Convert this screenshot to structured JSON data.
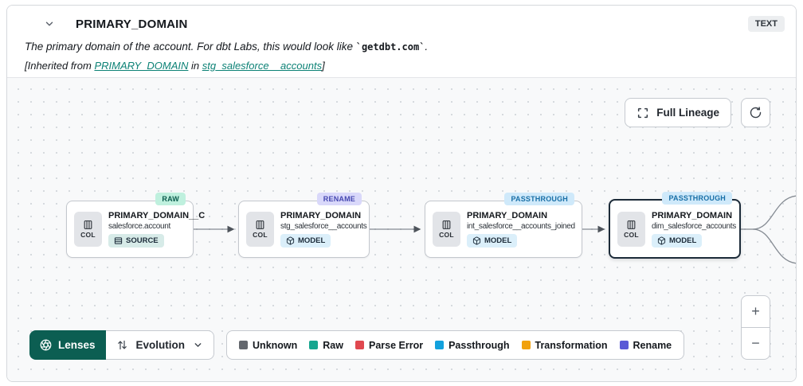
{
  "panel": {
    "title": "PRIMARY_DOMAIN",
    "type_badge": "TEXT",
    "description": {
      "prefix": "The primary domain of the account. For dbt Labs, this would look like ",
      "code": "`getdbt.com`",
      "suffix": "."
    },
    "inherited": {
      "prefix": "[Inherited from ",
      "column_link": "PRIMARY_DOMAIN",
      "middle": " in ",
      "model_link": "stg_salesforce__accounts",
      "suffix": "]"
    }
  },
  "toolbar": {
    "full_lineage_label": "Full Lineage"
  },
  "graph": {
    "nodes": [
      {
        "evolution": "RAW",
        "title": "PRIMARY_DOMAIN__C",
        "subtitle": "salesforce.account",
        "col_label": "COL",
        "resource": "SOURCE",
        "selected": false
      },
      {
        "evolution": "RENAME",
        "title": "PRIMARY_DOMAIN",
        "subtitle": "stg_salesforce__accounts",
        "col_label": "COL",
        "resource": "MODEL",
        "selected": false
      },
      {
        "evolution": "PASSTHROUGH",
        "title": "PRIMARY_DOMAIN",
        "subtitle": "int_salesforce__accounts_joined",
        "col_label": "COL",
        "resource": "MODEL",
        "selected": false
      },
      {
        "evolution": "PASSTHROUGH",
        "title": "PRIMARY_DOMAIN",
        "subtitle": "dim_salesforce_accounts",
        "col_label": "COL",
        "resource": "MODEL",
        "selected": true
      }
    ]
  },
  "lenses": {
    "button_label": "Lenses",
    "active_lens": "Evolution"
  },
  "legend": {
    "items": [
      {
        "label": "Unknown",
        "color": "#63676d"
      },
      {
        "label": "Raw",
        "color": "#16a58f"
      },
      {
        "label": "Parse Error",
        "color": "#e0484f"
      },
      {
        "label": "Passthrough",
        "color": "#13a1dd"
      },
      {
        "label": "Transformation",
        "color": "#f1a10d"
      },
      {
        "label": "Rename",
        "color": "#5a59d6"
      }
    ]
  },
  "zoom_controls": {
    "zoom_in": "+",
    "zoom_out": "−"
  },
  "colors": {
    "lenses_button": "#0c5e52",
    "link": "#0d8276",
    "selected_node_border": "#1c2b39"
  }
}
